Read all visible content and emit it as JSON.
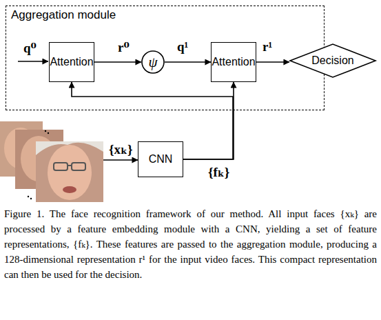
{
  "diagram": {
    "caption": "Figure 1. The face recognition framework of our method. All input faces {xₖ} are processed by a feature embedding module with a CNN, yielding a set of feature representations, {fₖ}. These features are passed to the aggregation module, producing a 128-dimensional representation r¹ for the input video faces. This compact representation can then be used for the decision.",
    "nodes": [
      {
        "text": [
          "Aggregation module"
        ]
      },
      {
        "text": [
          "Attention"
        ],
        "in": 0
      },
      {
        "text": [
          "ψ"
        ],
        "in": 0
      },
      {
        "text": [
          "Attention"
        ],
        "in": 0
      },
      {
        "text": [
          "Decision"
        ]
      },
      {
        "text": [
          "CNN"
        ]
      }
    ],
    "edges": [
      {
        "from": 1,
        "to": 2,
        "label": "r⁰",
        "arrow": "to"
      },
      {
        "from": 2,
        "to": 3,
        "label": "q¹",
        "arrow": "to"
      },
      {
        "from": 3,
        "to": 4,
        "label": "r¹",
        "arrow": "to"
      },
      {
        "from": 5,
        "to": 3,
        "label": "{fₖ}",
        "arrow": "to"
      },
      {
        "from": 5,
        "to": 1,
        "arrow": "to"
      }
    ],
    "labels": [
      "q⁰",
      "{xₖ}"
    ]
  }
}
